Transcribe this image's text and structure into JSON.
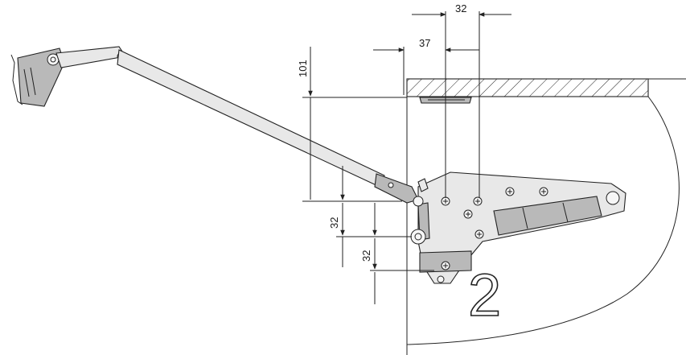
{
  "dimensions": {
    "d1": "32",
    "d2": "37",
    "d3": "101",
    "d4": "32",
    "d5": "32"
  },
  "callout": "2",
  "colors": {
    "line": "#222222",
    "part_light": "#e8e8e8",
    "part_dark": "#b9b9b9",
    "background": "#ffffff"
  }
}
